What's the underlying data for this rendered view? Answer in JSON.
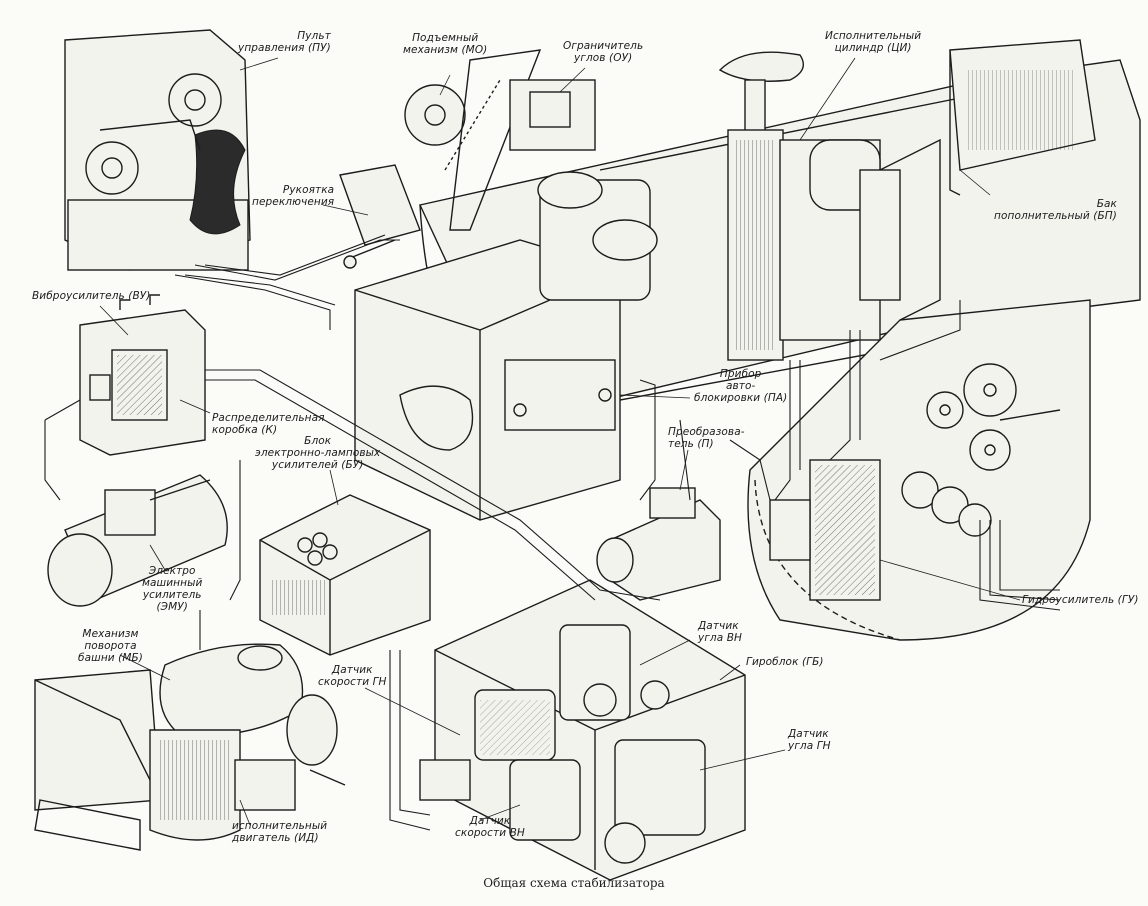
{
  "caption": "Общая схема стабилизатора",
  "labels": {
    "pu": [
      "Пульт",
      "управления (ПУ)"
    ],
    "mo": [
      "Подъемный",
      "механизм (МО)"
    ],
    "ou": [
      "Ограничитель",
      "углов (ОУ)"
    ],
    "ci": [
      "Исполнительный",
      "цилиндр (ЦИ)"
    ],
    "rk": [
      "Рукоятка",
      "переключения"
    ],
    "bp": [
      "Бак",
      "пополнительный (БП)"
    ],
    "vu": [
      "Виброусилитель (ВУ)"
    ],
    "rkb": [
      "Распределительная",
      "коробка (К)"
    ],
    "pa": [
      "Прибор",
      "авто-",
      "блокировки (ПА)"
    ],
    "bu": [
      "Блок",
      "электронно-ламповых",
      "усилителей (БУ)"
    ],
    "p": [
      "Преобразова-",
      "тель (П)"
    ],
    "zmu": [
      "Электро",
      "машинный",
      "усилитель",
      "(ЭМУ)"
    ],
    "gu": [
      "Гидроусилитель (ГУ)"
    ],
    "mb": [
      "Механизм",
      "поворота",
      "башни (МБ)"
    ],
    "dugvn": [
      "Датчик",
      "угла ВН"
    ],
    "gb": [
      "Гироблок (ГБ)"
    ],
    "dsgn": [
      "Датчик",
      "скорости ГН"
    ],
    "dugn": [
      "Датчик",
      "угла ГН"
    ],
    "id": [
      "исполнительный",
      "двигатель (ИД)"
    ],
    "dsvn": [
      "Датчик",
      "скорости ВН"
    ]
  }
}
